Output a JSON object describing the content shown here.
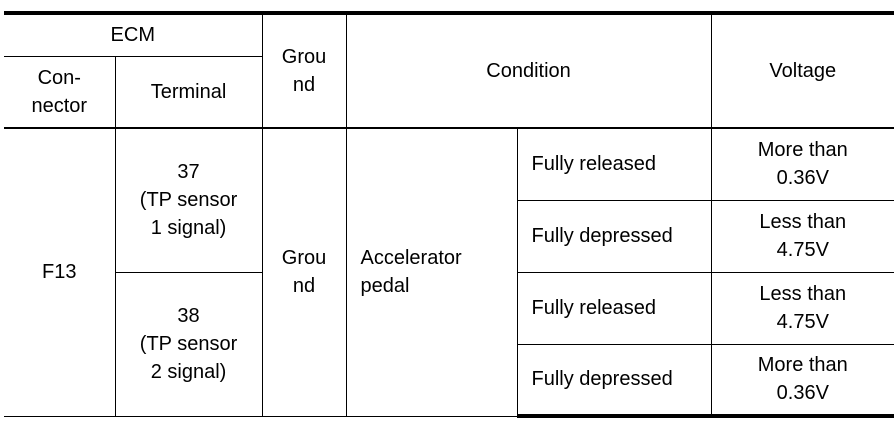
{
  "header": {
    "ecm": "ECM",
    "connector": "Con-\nnector",
    "terminal": "Terminal",
    "ground": "Grou\nnd",
    "condition": "Condition",
    "voltage": "Voltage"
  },
  "body": {
    "connector": "F13",
    "ground": "Grou\nnd",
    "condition_label": "Accelerator\npedal",
    "terminals": [
      {
        "terminal": "37\n(TP sensor\n1 signal)",
        "rows": [
          {
            "state": "Fully released",
            "voltage": "More than\n0.36V"
          },
          {
            "state": "Fully depressed",
            "voltage": "Less than\n4.75V"
          }
        ]
      },
      {
        "terminal": "38\n(TP sensor\n2 signal)",
        "rows": [
          {
            "state": "Fully released",
            "voltage": "Less than\n4.75V"
          },
          {
            "state": "Fully depressed",
            "voltage": "More than\n0.36V"
          }
        ]
      }
    ]
  }
}
